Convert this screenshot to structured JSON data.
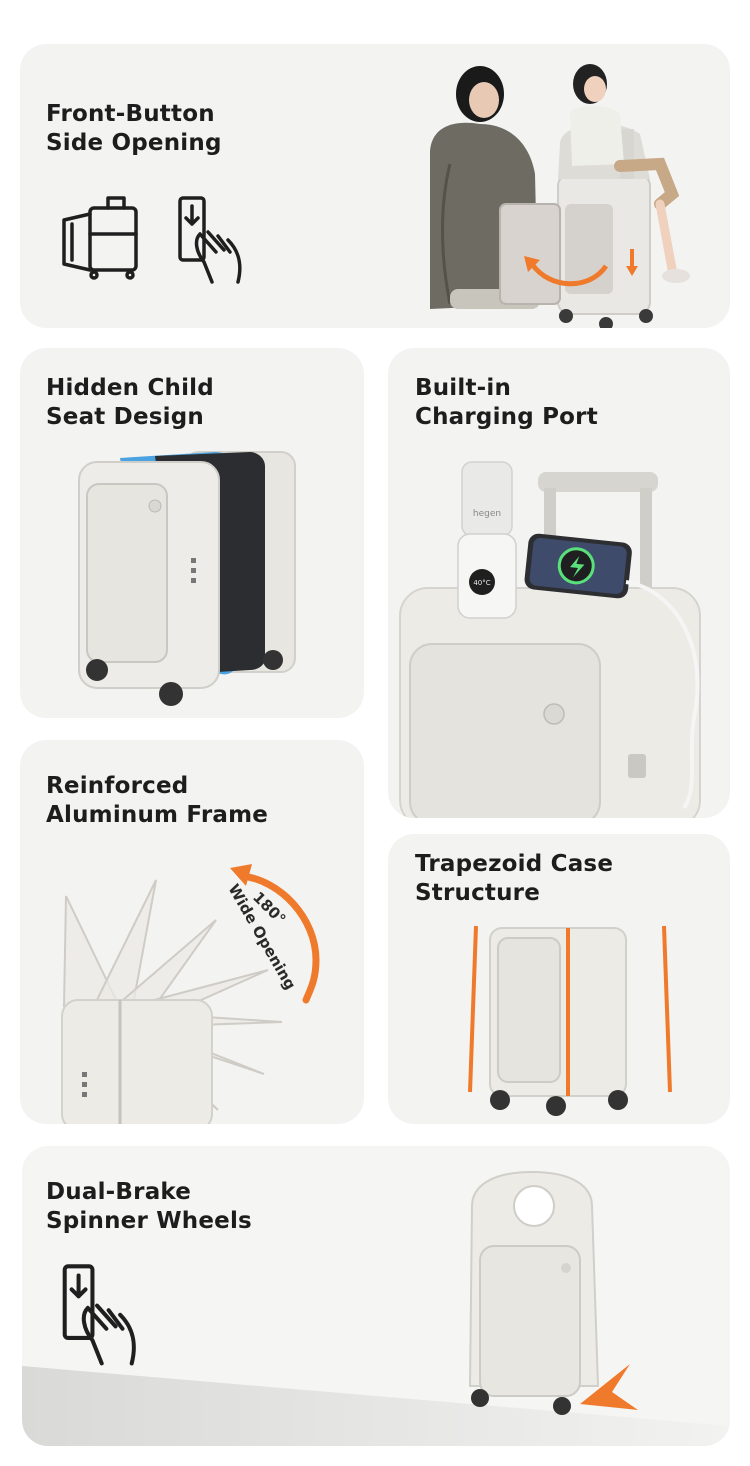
{
  "features": [
    {
      "title_line1": "Front-Button",
      "title_line2": "Side Opening"
    },
    {
      "title_line1": "Hidden Child",
      "title_line2": "Seat Design"
    },
    {
      "title_line1": "Built-in",
      "title_line2": "Charging Port"
    },
    {
      "title_line1": "Reinforced",
      "title_line2": "Aluminum Frame"
    },
    {
      "title_line1": "Trapezoid Case",
      "title_line2": "Structure"
    },
    {
      "title_line1": "Dual-Brake",
      "title_line2": "Spinner Wheels"
    }
  ],
  "frame_label": {
    "degrees": "180°",
    "text": "Wide Opening"
  },
  "bottle_brand": "hegen",
  "bottle_temp": "40°C",
  "colors": {
    "accent": "#f07a2c",
    "card_bg": "#f3f3f2",
    "case_white": "#ecebe6",
    "frame_blue": "#4aa3e0"
  },
  "icons": [
    "suitcase-side-open-icon",
    "press-button-hand-icon"
  ]
}
